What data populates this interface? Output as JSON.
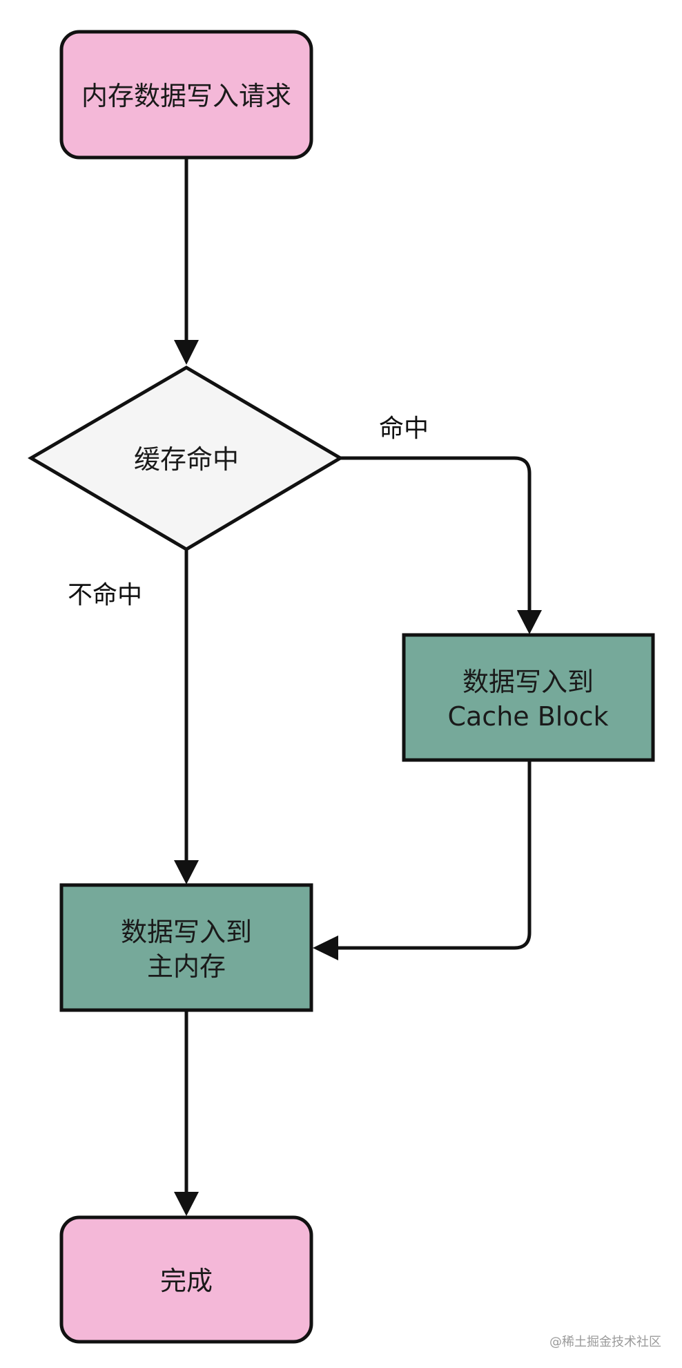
{
  "diagram": {
    "nodes": {
      "start": {
        "label": "内存数据写入请求",
        "shape": "rounded-rect",
        "color": "#F4B8D8"
      },
      "decision": {
        "label": "缓存命中",
        "shape": "diamond",
        "color": "#F5F5F5"
      },
      "write_cache": {
        "line1": "数据写入到",
        "line2": "Cache Block",
        "shape": "rect",
        "color": "#76A99A"
      },
      "write_memory": {
        "line1": "数据写入到",
        "line2": "主内存",
        "shape": "rect",
        "color": "#76A99A"
      },
      "end": {
        "label": "完成",
        "shape": "rounded-rect",
        "color": "#F4B8D8"
      }
    },
    "edges": {
      "hit_label": "命中",
      "miss_label": "不命中"
    },
    "stroke_color": "#111111"
  },
  "watermark": "@稀土掘金技术社区"
}
